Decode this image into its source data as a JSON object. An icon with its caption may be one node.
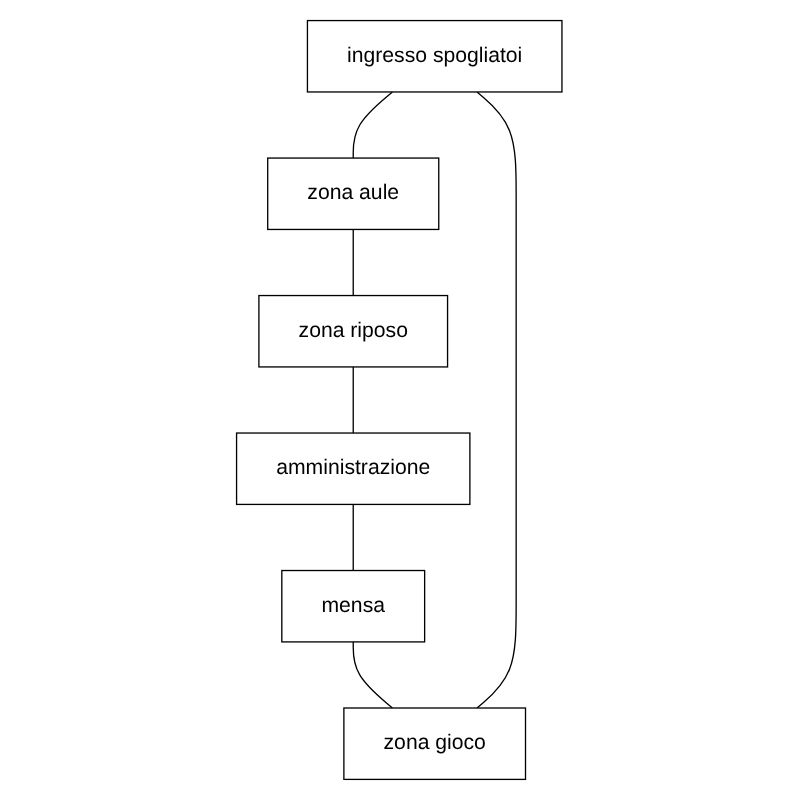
{
  "diagram": {
    "nodes": [
      {
        "text": [
          "ingresso spogliatoi"
        ]
      },
      {
        "text": [
          "zona gioco"
        ]
      },
      {
        "text": [
          "zona aule"
        ]
      },
      {
        "text": [
          "mensa"
        ]
      },
      {
        "text": [
          "zona riposo"
        ]
      },
      {
        "text": [
          "amministrazione"
        ]
      }
    ],
    "edges": [
      {
        "from": 0,
        "to": 2,
        "arrow": "none"
      },
      {
        "from": 2,
        "to": 4,
        "arrow": "none"
      },
      {
        "from": 4,
        "to": 5,
        "arrow": "none"
      },
      {
        "from": 5,
        "to": 3,
        "arrow": "none"
      },
      {
        "from": 3,
        "to": 1,
        "arrow": "none"
      },
      {
        "from": 1,
        "to": 0,
        "arrow": "none"
      }
    ]
  }
}
